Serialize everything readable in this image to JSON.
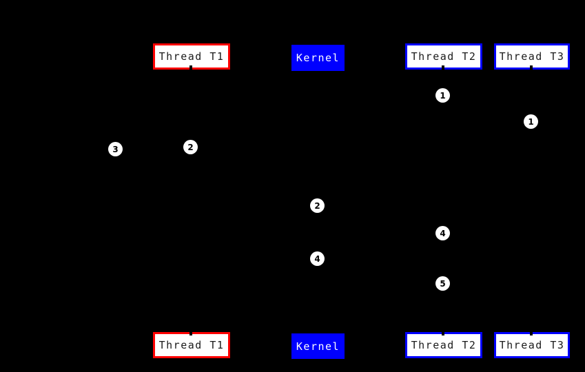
{
  "diagram": {
    "type": "sequence-diagram",
    "background": "#000000",
    "colors": {
      "thread_t1_border": "#ff0000",
      "thread_t2_t3_border": "#0000ff",
      "kernel_fill": "#0000ff",
      "kernel_text": "#ffffff",
      "participant_fill": "#ffffff",
      "participant_text": "#1a1a1a",
      "marker_fill": "#ffffff",
      "marker_text": "#000000"
    },
    "participants": {
      "top": [
        {
          "label": "Thread T1"
        },
        {
          "label": "Kernel"
        },
        {
          "label": "Thread T2"
        },
        {
          "label": "Thread T3"
        }
      ],
      "bottom": [
        {
          "label": "Thread T1"
        },
        {
          "label": "Kernel"
        },
        {
          "label": "Thread T2"
        },
        {
          "label": "Thread T3"
        }
      ]
    },
    "markers": [
      {
        "label": "1"
      },
      {
        "label": "1"
      },
      {
        "label": "2"
      },
      {
        "label": "3"
      },
      {
        "label": "2"
      },
      {
        "label": "4"
      },
      {
        "label": "4"
      },
      {
        "label": "5"
      }
    ]
  }
}
